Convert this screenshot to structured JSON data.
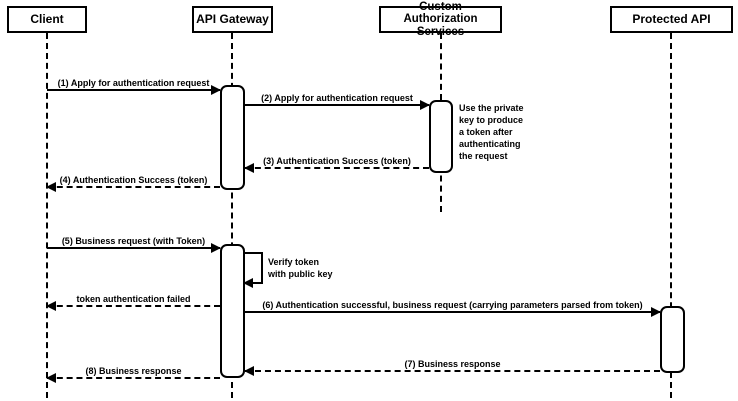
{
  "participants": [
    {
      "label": "Client"
    },
    {
      "label": "API Gateway"
    },
    {
      "label": "Custom Authorization Services"
    },
    {
      "label": "Protected API"
    }
  ],
  "messages": [
    {
      "label": "(1) Apply for authentication request",
      "from": "Client",
      "to": "API Gateway",
      "line": "solid",
      "direction": "right"
    },
    {
      "label": "(2) Apply for authentication request",
      "from": "API Gateway",
      "to": "Custom Authorization Services",
      "line": "solid",
      "direction": "right"
    },
    {
      "label": "(3) Authentication Success (token)",
      "from": "Custom Authorization Services",
      "to": "API Gateway",
      "line": "dashed",
      "direction": "left"
    },
    {
      "label": "(4) Authentication Success (token)",
      "from": "API Gateway",
      "to": "Client",
      "line": "dashed",
      "direction": "left"
    },
    {
      "label": "(5) Business request (with Token)",
      "from": "Client",
      "to": "API Gateway",
      "line": "solid",
      "direction": "right"
    },
    {
      "label": "Verify token with public key",
      "from": "API Gateway",
      "to": "API Gateway",
      "line": "solid",
      "direction": "self"
    },
    {
      "label": "token authentication failed",
      "from": "API Gateway",
      "to": "Client",
      "line": "dashed",
      "direction": "left"
    },
    {
      "label": "(6) Authentication successful, business request (carrying parameters parsed from token)",
      "from": "API Gateway",
      "to": "Protected API",
      "line": "solid",
      "direction": "right"
    },
    {
      "label": "(7) Business response",
      "from": "Protected API",
      "to": "API Gateway",
      "line": "dashed",
      "direction": "left"
    },
    {
      "label": "(8) Business response",
      "from": "API Gateway",
      "to": "Client",
      "line": "dashed",
      "direction": "left"
    }
  ],
  "notes": [
    {
      "label": "Use the private key to produce a token after authenticating the request",
      "attached_to": "Custom Authorization Services"
    }
  ],
  "colors": {
    "stroke": "#000000",
    "background": "#ffffff"
  }
}
